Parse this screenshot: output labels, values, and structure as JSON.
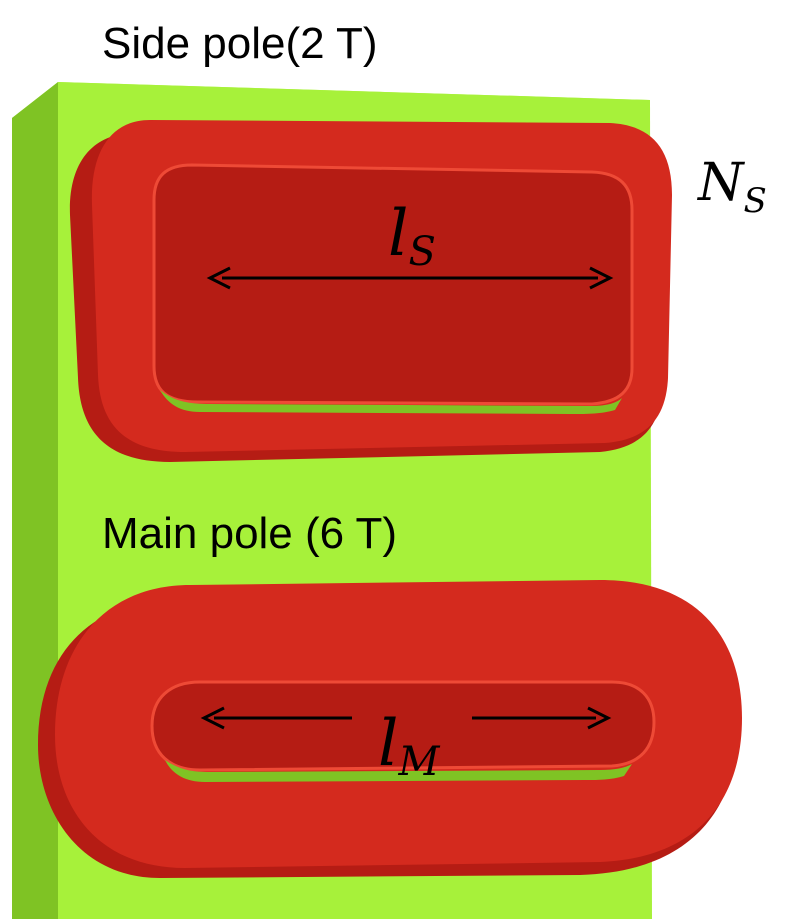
{
  "labels": {
    "side_pole": "Side pole(2 T)",
    "main_pole": "Main pole (6 T)"
  },
  "symbols": {
    "side_turns": {
      "base": "N",
      "sub": "S"
    },
    "side_length": {
      "base": "l",
      "sub": "S"
    },
    "main_length": {
      "base": "l",
      "sub": "M"
    }
  },
  "colors": {
    "plate_front": "#a7f13a",
    "plate_side": "#7fc324",
    "plate_top": "#bff65f",
    "coil": "#d42a1e",
    "coil_dark": "#b51c14",
    "coil_edge": "#ee4a36"
  }
}
